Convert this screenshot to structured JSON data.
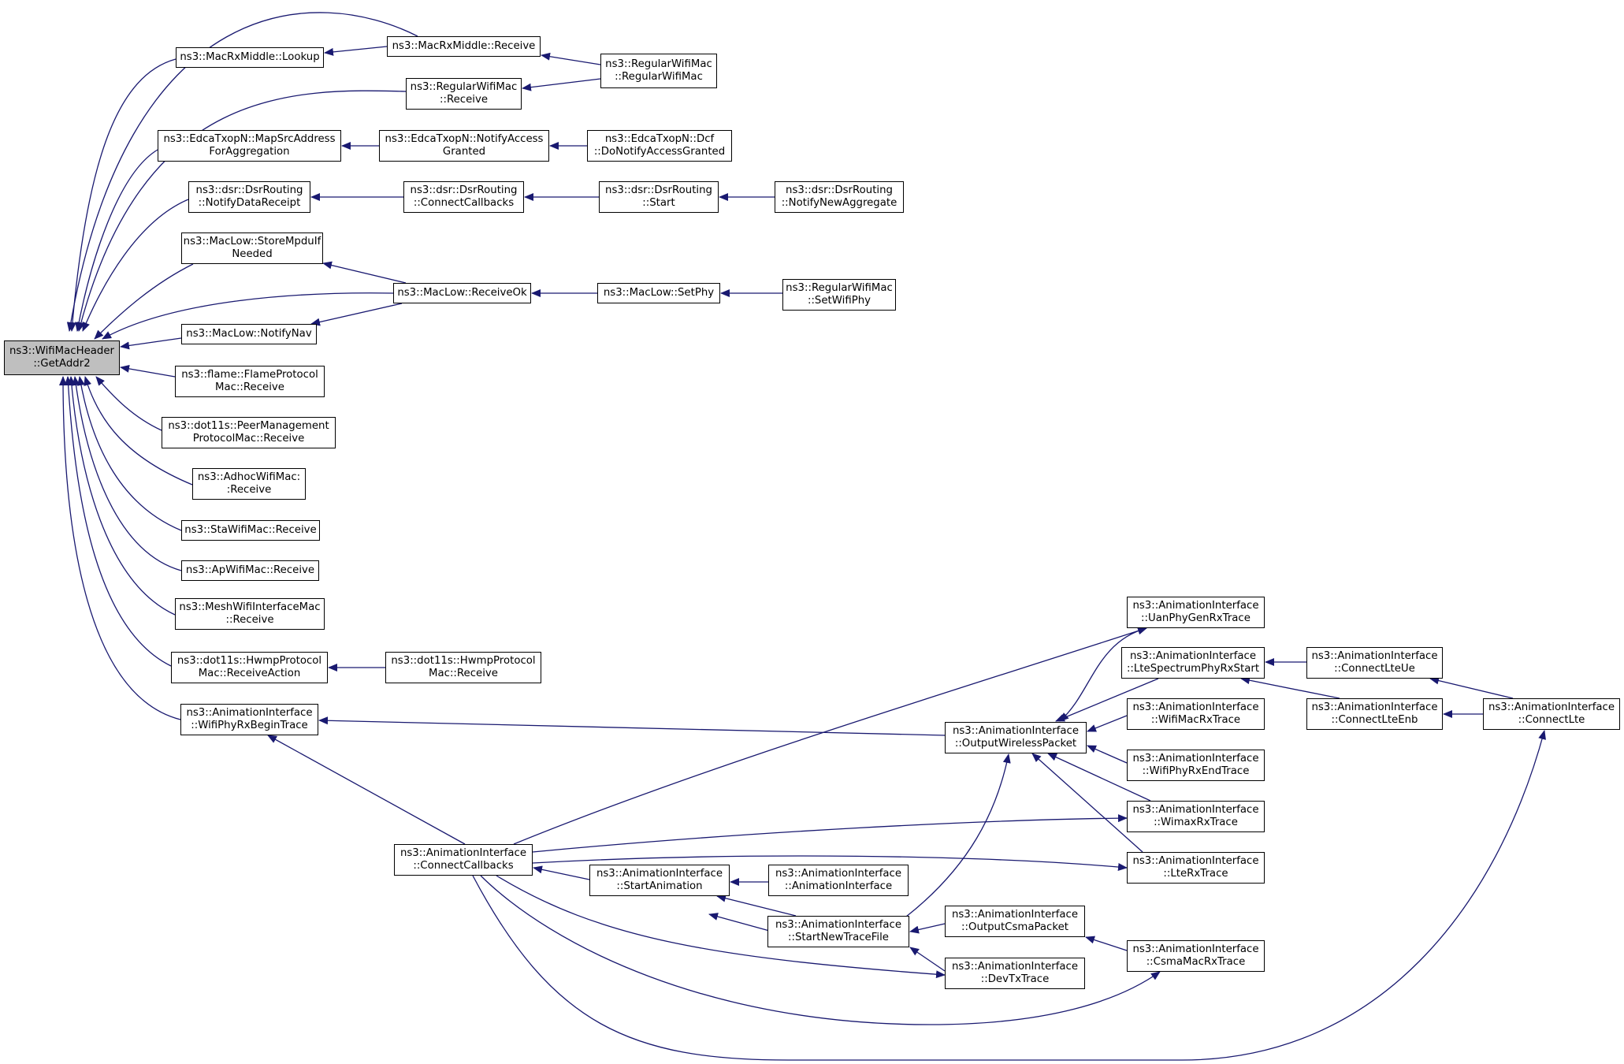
{
  "colors": {
    "edge": "#191970",
    "border": "#000000",
    "root_fill": "#bfbfbf",
    "node_fill": "#ffffff"
  },
  "nodes": [
    {
      "id": "n0",
      "lines": [
        "ns3::WifiMacHeader",
        "::GetAddr2"
      ],
      "root": true
    },
    {
      "id": "n1",
      "lines": [
        "ns3::MacRxMiddle::Lookup"
      ]
    },
    {
      "id": "n2",
      "lines": [
        "ns3::MacRxMiddle::Receive"
      ]
    },
    {
      "id": "n3",
      "lines": [
        "ns3::RegularWifiMac",
        "::RegularWifiMac"
      ]
    },
    {
      "id": "n4",
      "lines": [
        "ns3::RegularWifiMac",
        "::Receive"
      ]
    },
    {
      "id": "n5",
      "lines": [
        "ns3::EdcaTxopN::MapSrcAddress",
        "ForAggregation"
      ]
    },
    {
      "id": "n6",
      "lines": [
        "ns3::EdcaTxopN::NotifyAccess",
        "Granted"
      ]
    },
    {
      "id": "n7",
      "lines": [
        "ns3::EdcaTxopN::Dcf",
        "::DoNotifyAccessGranted"
      ]
    },
    {
      "id": "n8",
      "lines": [
        "ns3::dsr::DsrRouting",
        "::NotifyDataReceipt"
      ]
    },
    {
      "id": "n9",
      "lines": [
        "ns3::dsr::DsrRouting",
        "::ConnectCallbacks"
      ]
    },
    {
      "id": "n10",
      "lines": [
        "ns3::dsr::DsrRouting",
        "::Start"
      ]
    },
    {
      "id": "n11",
      "lines": [
        "ns3::dsr::DsrRouting",
        "::NotifyNewAggregate"
      ]
    },
    {
      "id": "n12",
      "lines": [
        "ns3::MacLow::StoreMpduIf",
        "Needed"
      ]
    },
    {
      "id": "n13",
      "lines": [
        "ns3::MacLow::ReceiveOk"
      ]
    },
    {
      "id": "n14",
      "lines": [
        "ns3::MacLow::SetPhy"
      ]
    },
    {
      "id": "n15",
      "lines": [
        "ns3::RegularWifiMac",
        "::SetWifiPhy"
      ]
    },
    {
      "id": "n16",
      "lines": [
        "ns3::MacLow::NotifyNav"
      ]
    },
    {
      "id": "n17",
      "lines": [
        "ns3::flame::FlameProtocol",
        "Mac::Receive"
      ]
    },
    {
      "id": "n18",
      "lines": [
        "ns3::dot11s::PeerManagement",
        "ProtocolMac::Receive"
      ]
    },
    {
      "id": "n19",
      "lines": [
        "ns3::AdhocWifiMac:",
        ":Receive"
      ]
    },
    {
      "id": "n20",
      "lines": [
        "ns3::StaWifiMac::Receive"
      ]
    },
    {
      "id": "n21",
      "lines": [
        "ns3::ApWifiMac::Receive"
      ]
    },
    {
      "id": "n22",
      "lines": [
        "ns3::MeshWifiInterfaceMac",
        "::Receive"
      ]
    },
    {
      "id": "n23",
      "lines": [
        "ns3::dot11s::HwmpProtocol",
        "Mac::ReceiveAction"
      ]
    },
    {
      "id": "n24",
      "lines": [
        "ns3::dot11s::HwmpProtocol",
        "Mac::Receive"
      ]
    },
    {
      "id": "n25",
      "lines": [
        "ns3::AnimationInterface",
        "::WifiPhyRxBeginTrace"
      ]
    },
    {
      "id": "n26",
      "lines": [
        "ns3::AnimationInterface",
        "::OutputWirelessPacket"
      ]
    },
    {
      "id": "n27",
      "lines": [
        "ns3::AnimationInterface",
        "::UanPhyGenRxTrace"
      ]
    },
    {
      "id": "n28",
      "lines": [
        "ns3::AnimationInterface",
        "::LteSpectrumPhyRxStart"
      ]
    },
    {
      "id": "n29",
      "lines": [
        "ns3::AnimationInterface",
        "::ConnectLteUe"
      ]
    },
    {
      "id": "n30",
      "lines": [
        "ns3::AnimationInterface",
        "::ConnectLteEnb"
      ]
    },
    {
      "id": "n31",
      "lines": [
        "ns3::AnimationInterface",
        "::ConnectLte"
      ]
    },
    {
      "id": "n32",
      "lines": [
        "ns3::AnimationInterface",
        "::WifiMacRxTrace"
      ]
    },
    {
      "id": "n33",
      "lines": [
        "ns3::AnimationInterface",
        "::WifiPhyRxEndTrace"
      ]
    },
    {
      "id": "n34",
      "lines": [
        "ns3::AnimationInterface",
        "::WimaxRxTrace"
      ]
    },
    {
      "id": "n35",
      "lines": [
        "ns3::AnimationInterface",
        "::LteRxTrace"
      ]
    },
    {
      "id": "n36",
      "lines": [
        "ns3::AnimationInterface",
        "::ConnectCallbacks"
      ]
    },
    {
      "id": "n37",
      "lines": [
        "ns3::AnimationInterface",
        "::StartAnimation"
      ]
    },
    {
      "id": "n38",
      "lines": [
        "ns3::AnimationInterface",
        "::AnimationInterface"
      ]
    },
    {
      "id": "n39",
      "lines": [
        "ns3::AnimationInterface",
        "::StartNewTraceFile"
      ]
    },
    {
      "id": "n40",
      "lines": [
        "ns3::AnimationInterface",
        "::OutputCsmaPacket"
      ]
    },
    {
      "id": "n41",
      "lines": [
        "ns3::AnimationInterface",
        "::DevTxTrace"
      ]
    },
    {
      "id": "n42",
      "lines": [
        "ns3::AnimationInterface",
        "::CsmaMacRxTrace"
      ]
    }
  ],
  "edges": [
    [
      "n1",
      "n0"
    ],
    [
      "n2",
      "n0"
    ],
    [
      "n4",
      "n0"
    ],
    [
      "n5",
      "n0"
    ],
    [
      "n8",
      "n0"
    ],
    [
      "n12",
      "n0"
    ],
    [
      "n13",
      "n0"
    ],
    [
      "n16",
      "n0"
    ],
    [
      "n17",
      "n0"
    ],
    [
      "n18",
      "n0"
    ],
    [
      "n19",
      "n0"
    ],
    [
      "n20",
      "n0"
    ],
    [
      "n21",
      "n0"
    ],
    [
      "n22",
      "n0"
    ],
    [
      "n23",
      "n0"
    ],
    [
      "n25",
      "n0"
    ],
    [
      "n2",
      "n1"
    ],
    [
      "n3",
      "n2"
    ],
    [
      "n3",
      "n4"
    ],
    [
      "n6",
      "n5"
    ],
    [
      "n7",
      "n6"
    ],
    [
      "n9",
      "n8"
    ],
    [
      "n10",
      "n9"
    ],
    [
      "n11",
      "n10"
    ],
    [
      "n13",
      "n12"
    ],
    [
      "n13",
      "n16"
    ],
    [
      "n14",
      "n13"
    ],
    [
      "n15",
      "n14"
    ],
    [
      "n24",
      "n23"
    ],
    [
      "n26",
      "n25"
    ],
    [
      "n36",
      "n25"
    ],
    [
      "n27",
      "n26"
    ],
    [
      "n28",
      "n26"
    ],
    [
      "n32",
      "n26"
    ],
    [
      "n33",
      "n26"
    ],
    [
      "n34",
      "n26"
    ],
    [
      "n35",
      "n26"
    ],
    [
      "n39",
      "n26"
    ],
    [
      "n29",
      "n28"
    ],
    [
      "n30",
      "n28"
    ],
    [
      "n31",
      "n29"
    ],
    [
      "n31",
      "n30"
    ],
    [
      "n36",
      "n27"
    ],
    [
      "n36",
      "n34"
    ],
    [
      "n36",
      "n35"
    ],
    [
      "n36",
      "n42"
    ],
    [
      "n36",
      "n41"
    ],
    [
      "n36",
      "n31"
    ],
    [
      "n37",
      "n36"
    ],
    [
      "n39",
      "n36"
    ],
    [
      "n38",
      "n37"
    ],
    [
      "n39",
      "n37"
    ],
    [
      "n40",
      "n39"
    ],
    [
      "n41",
      "n39"
    ],
    [
      "n42",
      "n40"
    ]
  ]
}
